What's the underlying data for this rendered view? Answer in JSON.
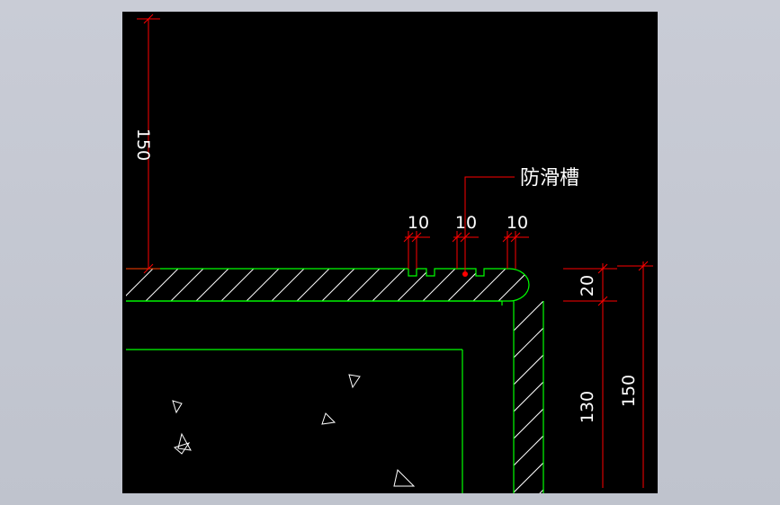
{
  "drawing": {
    "colors": {
      "background": "#000000",
      "outline": "#00ff00",
      "dimension": "#ff0000",
      "text": "#ffffff",
      "hatch": "#ffffff"
    },
    "callout": {
      "label": "防滑槽"
    },
    "dimensions": {
      "left_vertical": "150",
      "groove_1": "10",
      "groove_2": "10",
      "groove_3": "10",
      "tread_thickness": "20",
      "riser_height": "130",
      "total_height": "150"
    }
  }
}
